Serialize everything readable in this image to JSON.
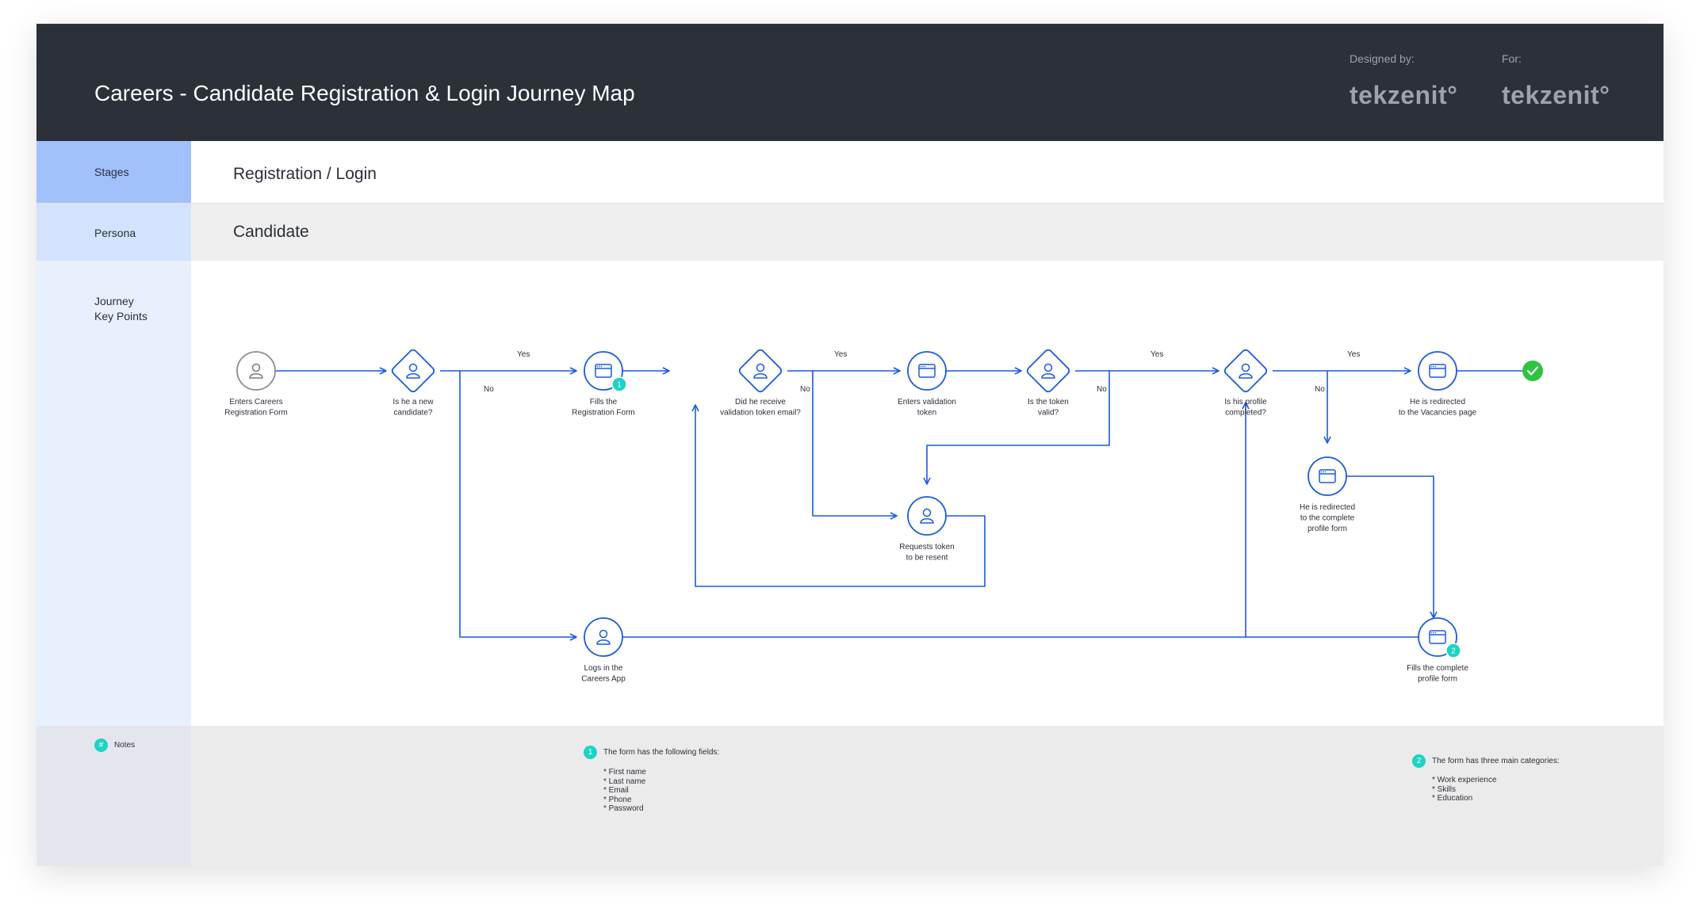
{
  "title": "Careers - Candidate Registration & Login Journey Map",
  "designed_by": {
    "label": "Designed by:",
    "logo": "tekzenit°"
  },
  "for": {
    "label": "For:",
    "logo": "tekzenit°"
  },
  "rows": {
    "stages": {
      "label": "Stages",
      "value": "Registration / Login"
    },
    "persona": {
      "label": "Persona",
      "value": "Candidate"
    },
    "journey": {
      "label": [
        "Journey",
        "Key Points"
      ]
    },
    "notes": {
      "label": "Notes",
      "badge": "#"
    }
  },
  "nodes": [
    {
      "id": "enter",
      "type": "circle-gray",
      "icon": "user-icon",
      "label": [
        "Enters Careers",
        "Registration Form"
      ]
    },
    {
      "id": "new",
      "type": "diamond",
      "icon": "user-icon",
      "label": [
        "Is he a new",
        "candidate?"
      ]
    },
    {
      "id": "fill",
      "type": "circle",
      "icon": "browser-window-icon",
      "label": [
        "Fills the",
        "Registration Form"
      ],
      "badge": "1"
    },
    {
      "id": "receive",
      "type": "diamond",
      "icon": "user-icon",
      "label": [
        "Did he receive",
        "validation token email?"
      ]
    },
    {
      "id": "token",
      "type": "circle",
      "icon": "browser-window-icon",
      "label": [
        "Enters validation",
        "token"
      ]
    },
    {
      "id": "valid",
      "type": "diamond",
      "icon": "user-icon",
      "label": [
        "Is the token",
        "valid?"
      ]
    },
    {
      "id": "complete",
      "type": "diamond",
      "icon": "user-icon",
      "label": [
        "Is his profile",
        "completed?"
      ]
    },
    {
      "id": "vacancies",
      "type": "circle",
      "icon": "browser-window-icon",
      "label": [
        "He is redirected",
        "to the Vacancies page"
      ]
    },
    {
      "id": "resend",
      "type": "circle",
      "icon": "user-icon",
      "label": [
        "Requests token",
        "to be resent"
      ]
    },
    {
      "id": "redirect",
      "type": "circle",
      "icon": "browser-window-icon",
      "label": [
        "He is redirected",
        "to the complete",
        "profile form"
      ]
    },
    {
      "id": "login",
      "type": "circle",
      "icon": "user-icon",
      "label": [
        "Logs in the",
        "Careers App"
      ]
    },
    {
      "id": "fillprofile",
      "type": "circle",
      "icon": "browser-window-icon",
      "label": [
        "Fills the complete",
        "profile form"
      ],
      "badge": "2"
    },
    {
      "id": "done",
      "type": "check",
      "icon": "check-icon",
      "label": []
    }
  ],
  "edges": [
    {
      "from": "enter",
      "to": "new"
    },
    {
      "from": "new",
      "to": "fill",
      "label": "Yes"
    },
    {
      "from": "new",
      "to": "login",
      "label": "No"
    },
    {
      "from": "fill",
      "to": "receive"
    },
    {
      "from": "receive",
      "to": "token",
      "label": "Yes"
    },
    {
      "from": "receive",
      "to": "resend",
      "label": "No"
    },
    {
      "from": "resend",
      "to": "receive"
    },
    {
      "from": "token",
      "to": "valid"
    },
    {
      "from": "valid",
      "to": "complete",
      "label": "Yes"
    },
    {
      "from": "valid",
      "to": "resend",
      "label": "No"
    },
    {
      "from": "login",
      "to": "complete"
    },
    {
      "from": "complete",
      "to": "vacancies",
      "label": "Yes"
    },
    {
      "from": "complete",
      "to": "redirect",
      "label": "No"
    },
    {
      "from": "redirect",
      "to": "fillprofile"
    },
    {
      "from": "fillprofile",
      "to": "complete"
    },
    {
      "from": "vacancies",
      "to": "done"
    }
  ],
  "notes": [
    {
      "badge": "1",
      "title": "The form has the following fields:",
      "items": [
        "* First name",
        "* Last name",
        "* Email",
        "* Phone",
        "* Password"
      ]
    },
    {
      "badge": "2",
      "title": "The form has three main categories:",
      "items": [
        "* Work experience",
        "* Skills",
        "* Education"
      ]
    }
  ],
  "colors": {
    "header_bg": "#2c3039",
    "stages_label_bg": "#a1c0fc",
    "persona_label_bg": "#d3e3fd",
    "journey_label_bg": "#e8f0fd",
    "notes_bg": "#ebebeb",
    "persona_row_bg": "#efefef",
    "flow_blue": "#1a5ae0",
    "start_gray": "#8a8d93",
    "badge_teal": "#1cd3c4",
    "end_green": "#2ec43f"
  }
}
